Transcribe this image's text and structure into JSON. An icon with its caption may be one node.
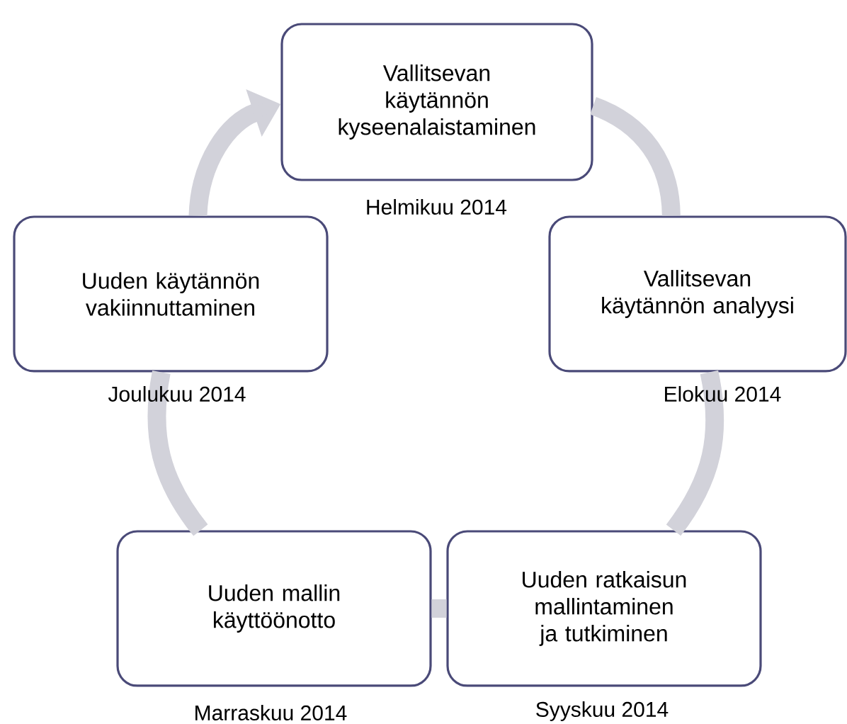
{
  "diagram": {
    "nodes": [
      {
        "text": [
          "Vallitsevan käytännön kyseenalaistaminen"
        ],
        "beside": [
          "Helmikuu 2014"
        ]
      },
      {
        "text": [
          "Vallitsevan käytännön analyysi"
        ],
        "beside": [
          "Elokuu 2014"
        ]
      },
      {
        "text": [
          "Uuden ratkaisun mallintaminen ja tutkiminen"
        ],
        "beside": [
          "Syyskuu 2014"
        ]
      },
      {
        "text": [
          "Uuden mallin käyttöönotto"
        ],
        "beside": [
          "Marraskuu 2014"
        ]
      },
      {
        "text": [
          "Uuden käytännön vakiinnuttaminen"
        ],
        "beside": [
          "Joulukuu 2014"
        ]
      }
    ],
    "edges": [
      {
        "from": 0,
        "to": 1,
        "arrow": "none"
      },
      {
        "from": 1,
        "to": 2,
        "arrow": "none"
      },
      {
        "from": 2,
        "to": 3,
        "arrow": "none"
      },
      {
        "from": 3,
        "to": 4,
        "arrow": "none"
      },
      {
        "from": 4,
        "to": 0,
        "arrow": "to"
      }
    ]
  }
}
